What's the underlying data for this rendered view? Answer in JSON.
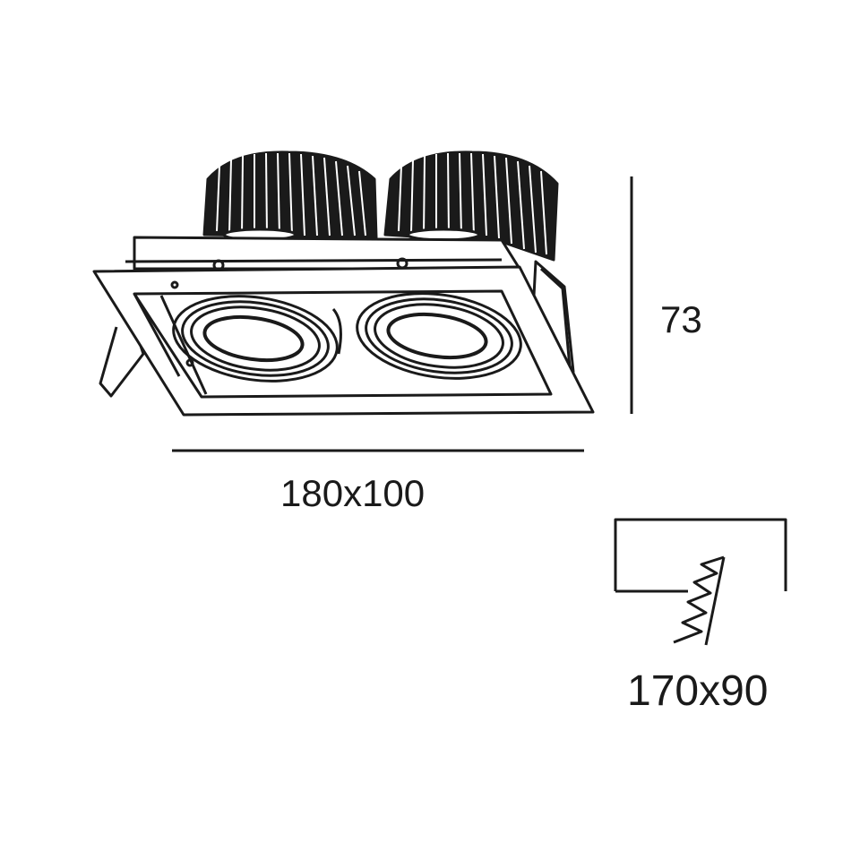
{
  "dimensions": {
    "height": "73",
    "size": "180x100",
    "cutout": "170x90"
  },
  "colors": {
    "line": "#1a1a1a",
    "background": "#ffffff"
  }
}
